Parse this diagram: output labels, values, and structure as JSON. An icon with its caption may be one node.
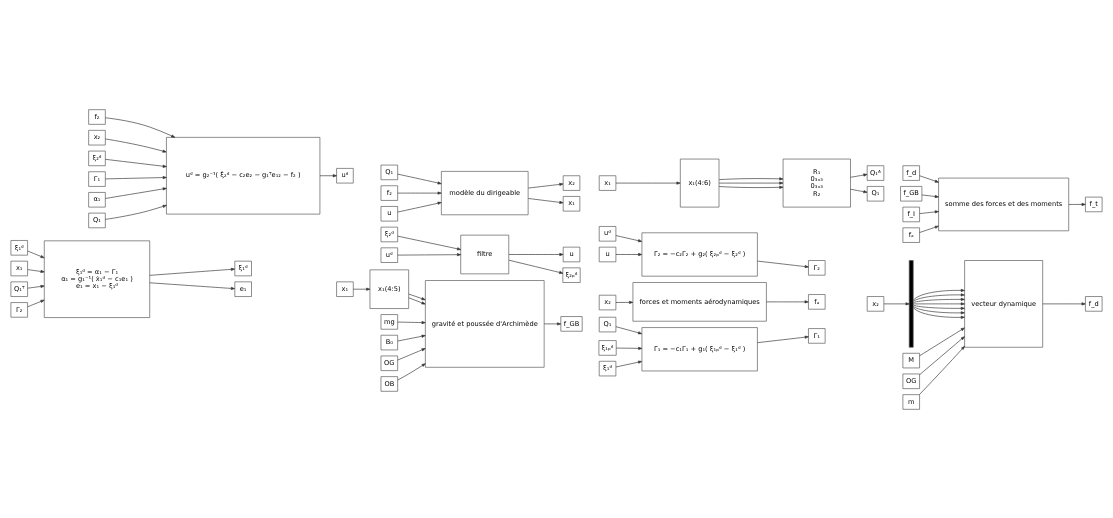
{
  "diagram": {
    "nodes": [
      {
        "text": [
          "x₂"
        ]
      },
      {
        "text": [
          "ξ₂ᵈ"
        ]
      },
      {
        "text": [
          "Γ₁"
        ]
      },
      {
        "text": [
          "α₁"
        ]
      },
      {
        "text": [
          "Q₁"
        ]
      },
      {
        "text": [
          "f₂"
        ]
      },
      {
        "text": [
          "uᵈ = g₂⁻¹( ξ̇₂ᵈ − c₂e₂ − g₁ᵀe₁₂ − f₂ )"
        ]
      },
      {
        "text": [
          "uᵈ"
        ]
      },
      {
        "text": [
          "Q₁"
        ]
      },
      {
        "text": [
          "f₂"
        ]
      },
      {
        "text": [
          "u"
        ]
      },
      {
        "text": [
          "modèle du dirigeable"
        ]
      },
      {
        "text": [
          "x₁"
        ]
      },
      {
        "text": [
          "x₂"
        ]
      },
      {
        "text": [
          "x₁"
        ]
      },
      {
        "text": [
          "x₁(4:6)"
        ]
      },
      {
        "text": [
          "R₁",
          "0₃ₓ₃",
          "0₃ₓ₃",
          "R₂"
        ]
      },
      {
        "text": [
          "Q₁"
        ]
      },
      {
        "text": [
          "Q₁ᴬ"
        ]
      },
      {
        "text": [
          "f_d"
        ]
      },
      {
        "text": [
          "f_GB"
        ]
      },
      {
        "text": [
          "f_I"
        ]
      },
      {
        "text": [
          "fₐ"
        ]
      },
      {
        "text": [
          "somme des forces et des moments"
        ]
      },
      {
        "text": [
          "f_t"
        ]
      },
      {
        "text": [
          "ξ₂ᵈ"
        ]
      },
      {
        "text": [
          "uᵈ"
        ]
      },
      {
        "text": [
          "filtre"
        ]
      },
      {
        "text": [
          "ξ₂ₚᵈ"
        ]
      },
      {
        "text": [
          "u"
        ]
      },
      {
        "text": [
          "u"
        ]
      },
      {
        "text": [
          "uᵈ"
        ]
      },
      {
        "text": [
          "Γ̇₂ = −c₂Γ₂ + g₂( ξ₂ₚᵈ − ξ₂ᵈ )"
        ]
      },
      {
        "text": [
          "Γ₂"
        ]
      },
      {
        "text": [
          "ξ₁ᵈ"
        ]
      },
      {
        "text": [
          "x₁"
        ]
      },
      {
        "text": [
          "Q₁ᵀ"
        ]
      },
      {
        "text": [
          "Γ₂"
        ]
      },
      {
        "text": [
          "ξ₁ᵈ = α₁ − Γ₁",
          "α₁ = g₁⁻¹( ẋ₁ᵈ − c₁e₁ )",
          "e₁ = x₁ − ξ₁ᵈ"
        ]
      },
      {
        "text": [
          "ξ₁ᵈ"
        ]
      },
      {
        "text": [
          "e₁"
        ]
      },
      {
        "text": [
          "x₁"
        ]
      },
      {
        "text": [
          "x₁(4:5)"
        ]
      },
      {
        "text": [
          "mg"
        ]
      },
      {
        "text": [
          "B₀"
        ]
      },
      {
        "text": [
          "OG"
        ]
      },
      {
        "text": [
          "OB"
        ]
      },
      {
        "text": [
          "gravité et poussée d'Archimède"
        ]
      },
      {
        "text": [
          "f_GB"
        ]
      },
      {
        "text": [
          "Q₁"
        ]
      },
      {
        "text": [
          "ξ₁ₚᵈ"
        ]
      },
      {
        "text": [
          "ξ₁ᵈ"
        ]
      },
      {
        "text": [
          "Γ̇₁ = −c₁Γ₁ + g₁( ξ₁ₚᵈ − ξ₁ᵈ )"
        ]
      },
      {
        "text": [
          "Γ₁"
        ]
      },
      {
        "text": [
          "x₂"
        ]
      },
      {
        "text": [
          "forces et moments aérodynamiques"
        ]
      },
      {
        "text": [
          "fₐ"
        ]
      },
      {
        "text": [
          "x₂"
        ]
      },
      {
        "text": [],
        "shape": "bar"
      },
      {
        "text": [
          "M"
        ]
      },
      {
        "text": [
          "OG"
        ]
      },
      {
        "text": [
          "m"
        ]
      },
      {
        "text": [
          "vecteur dynamique"
        ]
      },
      {
        "text": [
          "f_d"
        ]
      }
    ],
    "edges": [
      {
        "from": 0,
        "to": 6,
        "arrow": "to"
      },
      {
        "from": 1,
        "to": 6,
        "arrow": "to"
      },
      {
        "from": 2,
        "to": 6,
        "arrow": "to"
      },
      {
        "from": 3,
        "to": 6,
        "arrow": "to"
      },
      {
        "from": 4,
        "to": 6,
        "arrow": "to"
      },
      {
        "from": 5,
        "to": 6,
        "arrow": "to"
      },
      {
        "from": 6,
        "to": 7,
        "arrow": "to"
      },
      {
        "from": 8,
        "to": 11,
        "arrow": "to"
      },
      {
        "from": 9,
        "to": 11,
        "arrow": "to"
      },
      {
        "from": 10,
        "to": 11,
        "arrow": "to"
      },
      {
        "from": 11,
        "to": 12,
        "arrow": "to"
      },
      {
        "from": 11,
        "to": 13,
        "arrow": "to"
      },
      {
        "from": 14,
        "to": 15,
        "arrow": "to"
      },
      {
        "from": 15,
        "to": 16,
        "arrow": "to"
      },
      {
        "from": 15,
        "to": 16,
        "arrow": "to"
      },
      {
        "from": 15,
        "to": 16,
        "arrow": "to"
      },
      {
        "from": 16,
        "to": 17,
        "arrow": "to"
      },
      {
        "from": 16,
        "to": 18,
        "arrow": "to"
      },
      {
        "from": 19,
        "to": 23,
        "arrow": "to"
      },
      {
        "from": 20,
        "to": 23,
        "arrow": "to"
      },
      {
        "from": 21,
        "to": 23,
        "arrow": "to"
      },
      {
        "from": 22,
        "to": 23,
        "arrow": "to"
      },
      {
        "from": 23,
        "to": 24,
        "arrow": "to"
      },
      {
        "from": 25,
        "to": 27,
        "arrow": "to"
      },
      {
        "from": 26,
        "to": 27,
        "arrow": "to"
      },
      {
        "from": 27,
        "to": 28,
        "arrow": "to"
      },
      {
        "from": 27,
        "to": 29,
        "arrow": "to"
      },
      {
        "from": 30,
        "to": 32,
        "arrow": "to"
      },
      {
        "from": 31,
        "to": 32,
        "arrow": "to"
      },
      {
        "from": 32,
        "to": 33,
        "arrow": "to"
      },
      {
        "from": 34,
        "to": 38,
        "arrow": "to"
      },
      {
        "from": 35,
        "to": 38,
        "arrow": "to"
      },
      {
        "from": 36,
        "to": 38,
        "arrow": "to"
      },
      {
        "from": 37,
        "to": 38,
        "arrow": "to"
      },
      {
        "from": 38,
        "to": 39,
        "arrow": "to"
      },
      {
        "from": 38,
        "to": 40,
        "arrow": "to"
      },
      {
        "from": 41,
        "to": 42,
        "arrow": "to"
      },
      {
        "from": 43,
        "to": 47,
        "arrow": "to"
      },
      {
        "from": 44,
        "to": 47,
        "arrow": "to"
      },
      {
        "from": 42,
        "to": 47,
        "arrow": "to"
      },
      {
        "from": 42,
        "to": 47,
        "arrow": "to"
      },
      {
        "from": 45,
        "to": 47,
        "arrow": "to"
      },
      {
        "from": 46,
        "to": 47,
        "arrow": "to"
      },
      {
        "from": 47,
        "to": 48,
        "arrow": "to"
      },
      {
        "from": 49,
        "to": 52,
        "arrow": "to"
      },
      {
        "from": 50,
        "to": 52,
        "arrow": "to"
      },
      {
        "from": 51,
        "to": 52,
        "arrow": "to"
      },
      {
        "from": 52,
        "to": 53,
        "arrow": "to"
      },
      {
        "from": 54,
        "to": 55,
        "arrow": "to"
      },
      {
        "from": 55,
        "to": 56,
        "arrow": "to"
      },
      {
        "from": 57,
        "to": 58,
        "arrow": "to"
      },
      {
        "from": 58,
        "to": 62,
        "arrow": "to"
      },
      {
        "from": 58,
        "to": 62,
        "arrow": "to"
      },
      {
        "from": 58,
        "to": 62,
        "arrow": "to"
      },
      {
        "from": 58,
        "to": 62,
        "arrow": "to"
      },
      {
        "from": 58,
        "to": 62,
        "arrow": "to"
      },
      {
        "from": 58,
        "to": 62,
        "arrow": "to"
      },
      {
        "from": 58,
        "to": 62,
        "arrow": "to"
      },
      {
        "from": 59,
        "to": 62,
        "arrow": "to"
      },
      {
        "from": 60,
        "to": 62,
        "arrow": "to"
      },
      {
        "from": 61,
        "to": 62,
        "arrow": "to"
      },
      {
        "from": 62,
        "to": 63,
        "arrow": "to"
      }
    ]
  }
}
